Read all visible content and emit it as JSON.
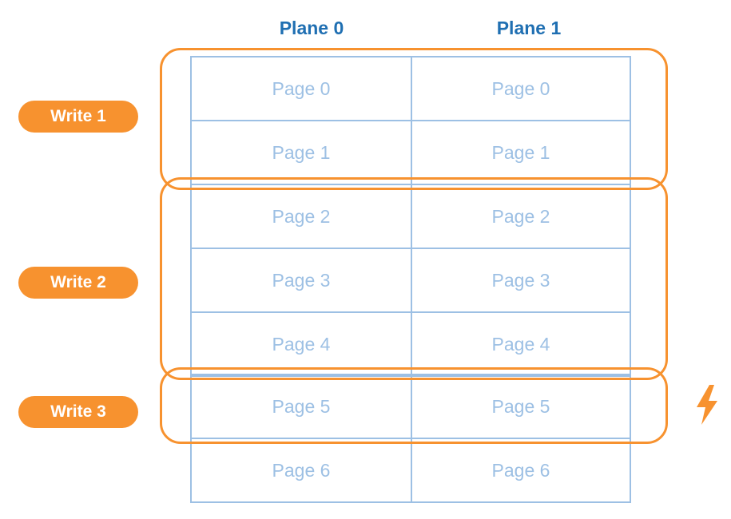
{
  "planes": [
    "Plane 0",
    "Plane 1"
  ],
  "pages": [
    "Page 0",
    "Page 1",
    "Page 2",
    "Page 3",
    "Page 4",
    "Page 5",
    "Page 6"
  ],
  "writes": [
    "Write 1",
    "Write 2",
    "Write 3"
  ],
  "colors": {
    "accent_orange": "#f7922f",
    "header_blue": "#1f6fb2",
    "grid_blue": "#9dc0e4"
  },
  "icons": {
    "marker": "lightning-bolt-icon"
  }
}
